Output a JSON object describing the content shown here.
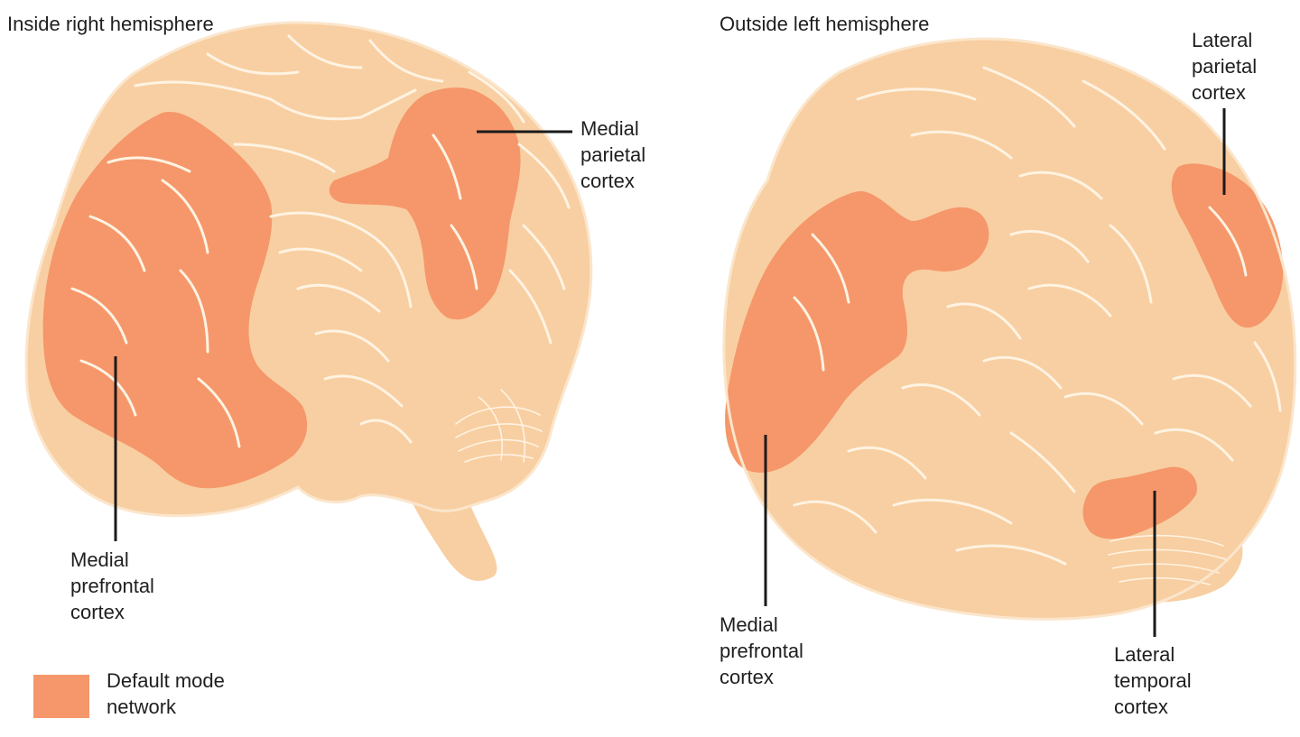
{
  "panels": {
    "left": {
      "title": "Inside right hemisphere",
      "labels": {
        "medial_parietal": "Medial\nparietal\ncortex",
        "medial_prefrontal": "Medial\nprefrontal\ncortex"
      }
    },
    "right": {
      "title": "Outside left hemisphere",
      "labels": {
        "lateral_parietal": "Lateral\nparietal\ncortex",
        "medial_prefrontal": "Medial\nprefrontal\ncortex",
        "lateral_temporal": "Lateral\ntemporal\ncortex"
      }
    }
  },
  "legend": {
    "label": "Default mode\nnetwork",
    "swatch_color": "#f5976a"
  },
  "colors": {
    "brain": "#f8cfa2",
    "brain_outline": "#fbe6cc",
    "highlight": "#f5976a",
    "sulci": "#fff3e3",
    "leader": "#1a1a1a"
  }
}
